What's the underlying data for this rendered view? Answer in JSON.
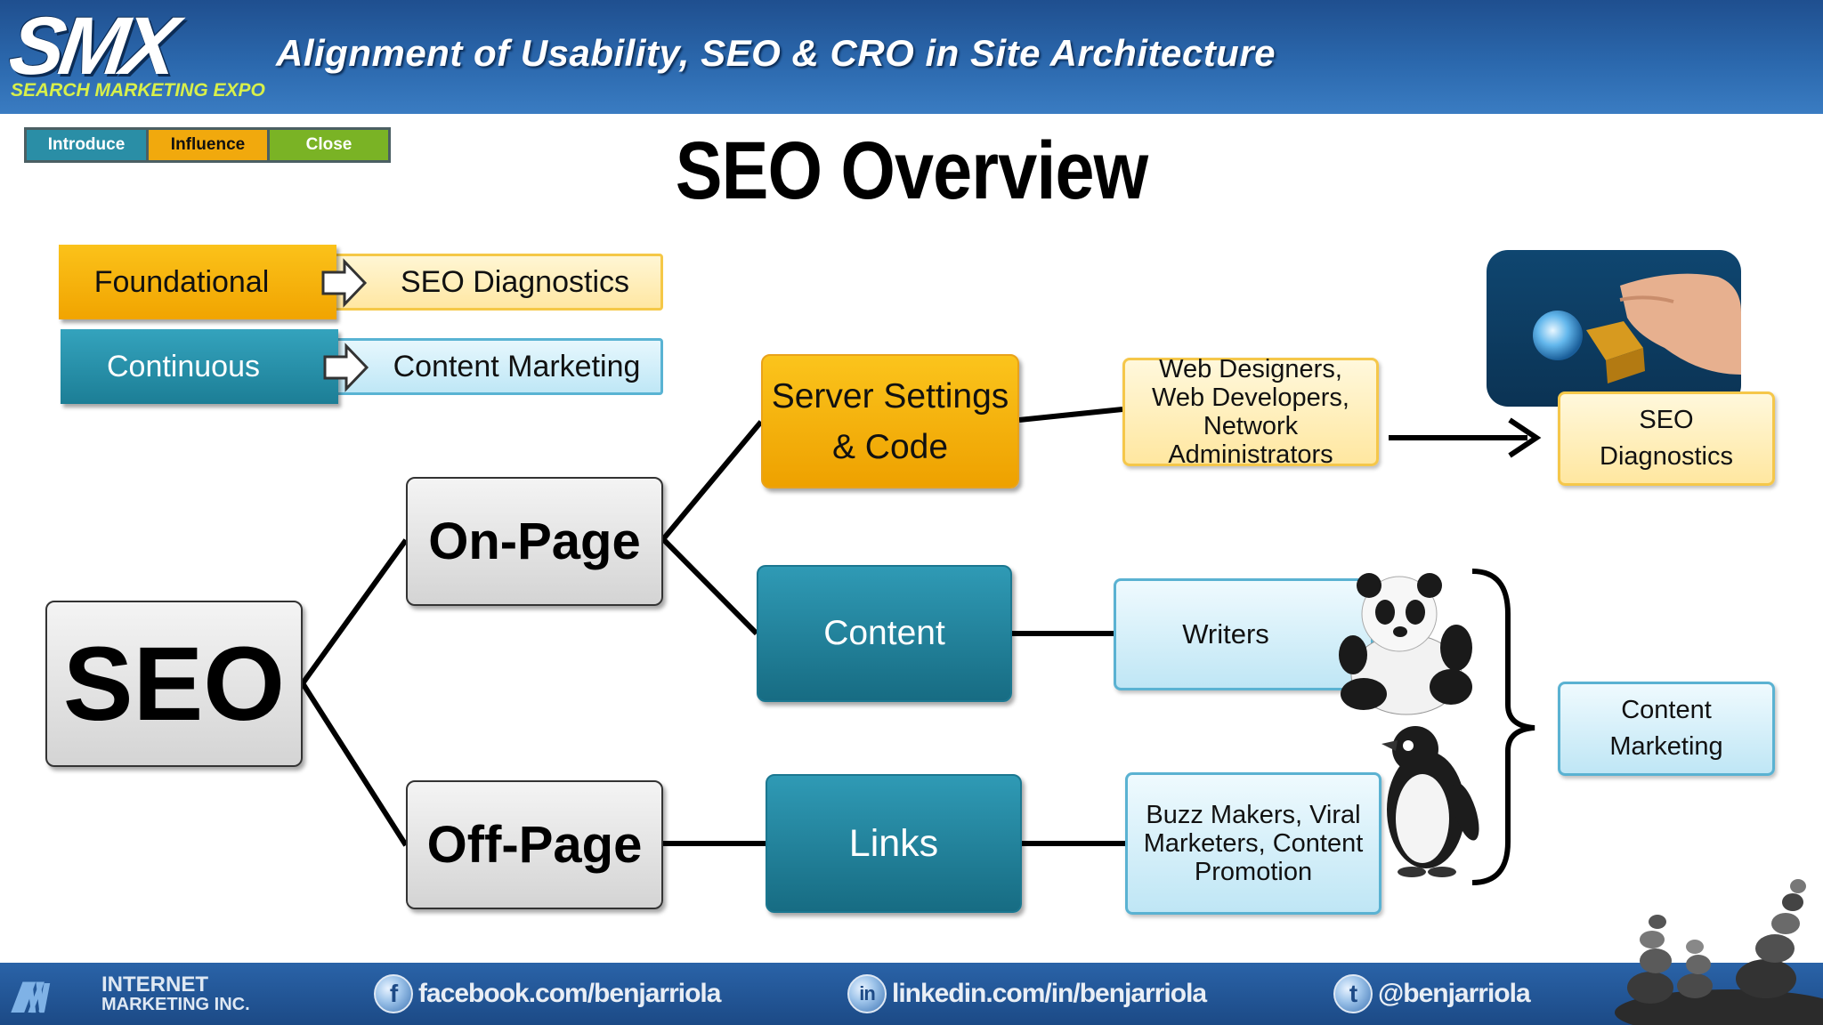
{
  "header": {
    "logo": "SMX",
    "logo_sub": "SEARCH MARKETING EXPO",
    "title": "Alignment of Usability, SEO & CRO in Site Architecture"
  },
  "tabs": [
    {
      "label": "Introduce",
      "color": "#2a8ea6"
    },
    {
      "label": "Influence",
      "color": "#f1a90d"
    },
    {
      "label": "Close",
      "color": "#7ab325"
    }
  ],
  "page_title": "SEO Overview",
  "legend": {
    "foundational": "Foundational",
    "seo_diagnostics": "SEO Diagnostics",
    "continuous": "Continuous",
    "content_marketing": "Content Marketing"
  },
  "diagram": {
    "seo": "SEO",
    "on_page": "On-Page",
    "off_page": "Off-Page",
    "server_line1": "Server Settings",
    "server_line2": "& Code",
    "content": "Content",
    "links": "Links",
    "web_line1": "Web Designers,",
    "web_line2": "Web Developers,",
    "web_line3": "Network",
    "web_line4": "Administrators",
    "writers": "Writers",
    "buzz_line1": "Buzz Makers, Viral",
    "buzz_line2": "Marketers, Content",
    "buzz_line3": "Promotion",
    "seo_diag_line1": "SEO",
    "seo_diag_line2": "Diagnostics",
    "cm_line1": "Content",
    "cm_line2": "Marketing"
  },
  "footer": {
    "company_line1": "INTERNET",
    "company_line2": "MARKETING INC.",
    "facebook": "facebook.com/benjarriola",
    "linkedin": "linkedin.com/in/benjarriola",
    "twitter": "@benjarriola"
  },
  "colors": {
    "orange": "#f1a400",
    "teal": "#1c7e96",
    "header_blue": "#2b68ad"
  }
}
